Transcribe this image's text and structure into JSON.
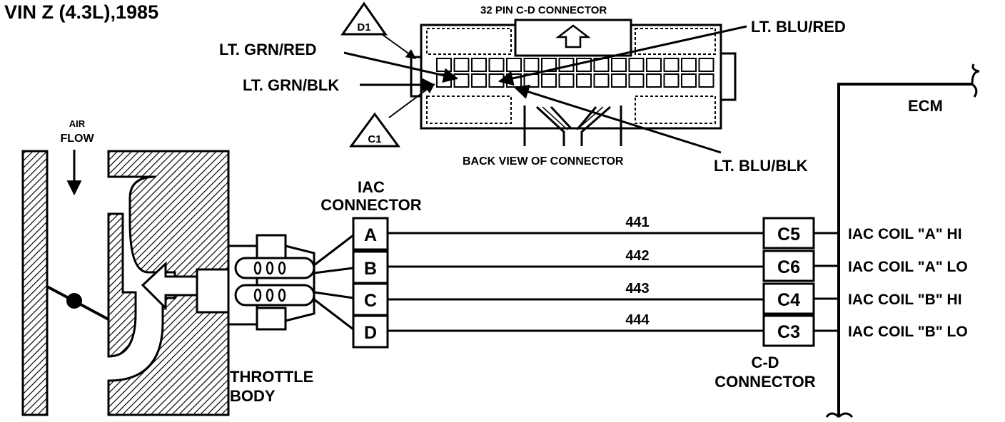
{
  "title": "VIN Z (4.3L),1985",
  "callouts": {
    "d1": "D1",
    "c1": "C1"
  },
  "top_connector": {
    "title": "32 PIN C-D CONNECTOR",
    "view_label": "BACK VIEW OF CONNECTOR"
  },
  "wire_colors": {
    "lt_grn_red": "LT. GRN/RED",
    "lt_grn_blk": "LT. GRN/BLK",
    "lt_blu_red": "LT. BLU/RED",
    "lt_blu_blk": "LT. BLU/BLK"
  },
  "air_flow": {
    "line1": "AIR",
    "line2": "FLOW"
  },
  "throttle_body": {
    "line1": "THROTTLE",
    "line2": "BODY"
  },
  "iac_connector": {
    "line1": "IAC",
    "line2": "CONNECTOR",
    "pins": [
      "A",
      "B",
      "C",
      "D"
    ]
  },
  "circuits": [
    "441",
    "442",
    "443",
    "444"
  ],
  "cd_connector": {
    "line1": "C-D",
    "line2": "CONNECTOR",
    "pins": [
      "C5",
      "C6",
      "C4",
      "C3"
    ]
  },
  "ecm": {
    "label": "ECM"
  },
  "signals": [
    "IAC COIL \"A\" HI",
    "IAC COIL \"A\" LO",
    "IAC COIL \"B\" HI",
    "IAC COIL \"B\" LO"
  ],
  "colors": {
    "ink": "#000000",
    "paper": "#ffffff"
  }
}
